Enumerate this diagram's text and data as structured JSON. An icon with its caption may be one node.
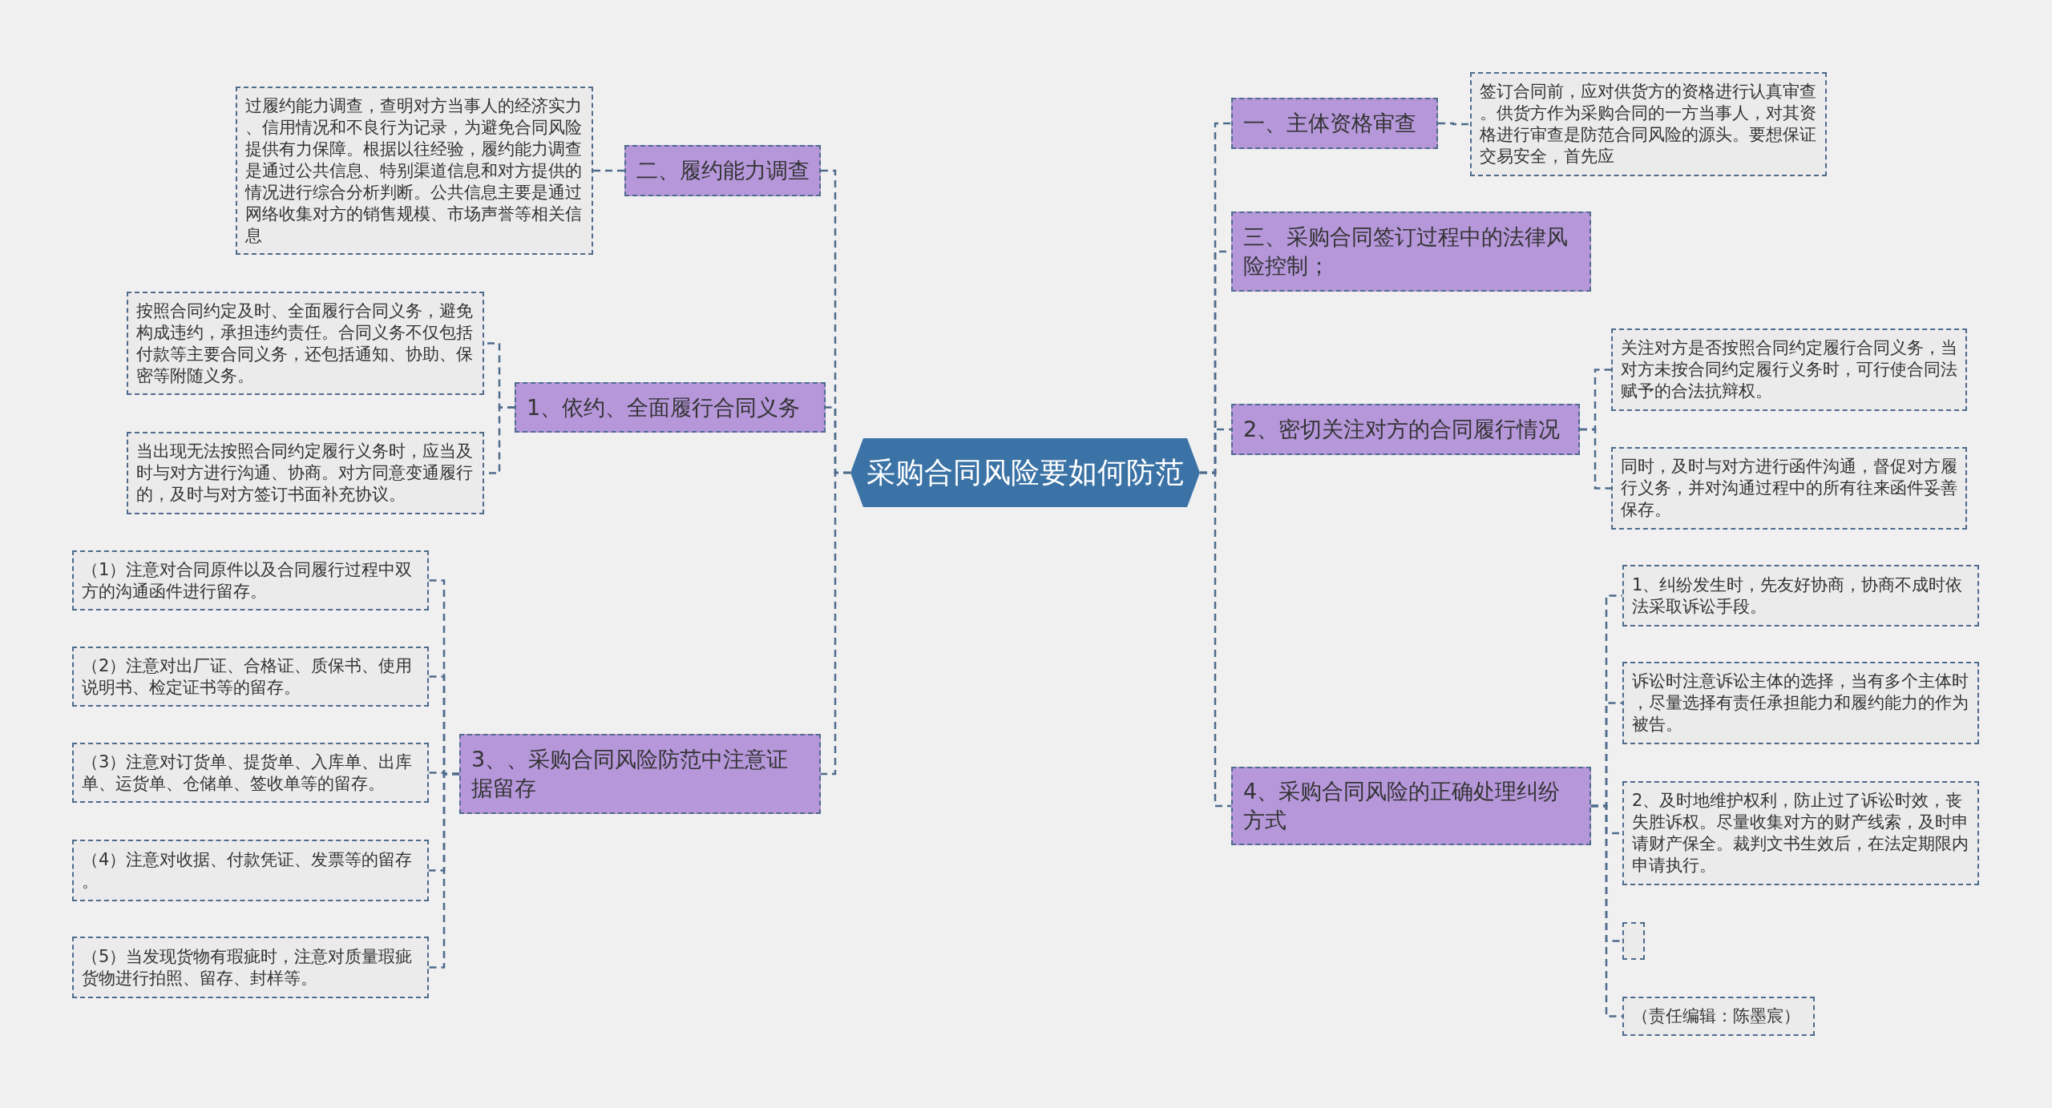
{
  "diagram": {
    "nodes": [
      {
        "text": [
          "采购合同风险要如何防范"
        ]
      },
      {
        "text": [
          "二、履约能力调查"
        ]
      },
      {
        "text": [
          "过履约能力调查，查明对方当事人的经济实力、信用情况和不良行为记录，为避免合同风险提供有力保障。根据以往经验，履约能力调查是通过公共信息、特别渠道信息和对方提供的情况进行综合分析判断。公共信息主要是通过网络收集对方的销售规模、市场声誉等相关信息"
        ]
      },
      {
        "text": [
          "1、依约、全面履行合同义务"
        ]
      },
      {
        "text": [
          "按照合同约定及时、全面履行合同义务，避免构成违约，承担违约责任。合同义务不仅包括付款等主要合同义务，还包括通知、协助、保密等附随义务。"
        ]
      },
      {
        "text": [
          "当出现无法按照合同约定履行义务时，应当及时与对方进行沟通、协商。对方同意变通履行的，及时与对方签订书面补充协议。"
        ]
      },
      {
        "text": [
          "3、、采购合同风险防范中注意证据留存"
        ]
      },
      {
        "text": [
          "（1）注意对合同原件以及合同履行过程中双方的沟通函件进行留存。"
        ]
      },
      {
        "text": [
          "（2）注意对出厂证、合格证、质保书、使用说明书、检定证书等的留存。"
        ]
      },
      {
        "text": [
          "（3）注意对订货单、提货单、入库单、出库单、运货单、仓储单、签收单等的留存。"
        ]
      },
      {
        "text": [
          "（4）注意对收据、付款凭证、发票等的留存。"
        ]
      },
      {
        "text": [
          "（5）当发现货物有瑕疵时，注意对质量瑕疵货物进行拍照、留存、封样等。"
        ]
      },
      {
        "text": [
          "一、主体资格审查"
        ]
      },
      {
        "text": [
          "签订合同前，应对供货方的资格进行认真审查。供货方作为采购合同的一方当事人，对其资格进行审查是防范合同风险的源头。要想保证交易安全，首先应"
        ]
      },
      {
        "text": [
          "三、采购合同签订过程中的法律风险控制；"
        ]
      },
      {
        "text": [
          "2、密切关注对方的合同履行情况"
        ]
      },
      {
        "text": [
          "关注对方是否按照合同约定履行合同义务，当对方未按合同约定履行义务时，可行使合同法赋予的合法抗辩权。"
        ]
      },
      {
        "text": [
          "同时，及时与对方进行函件沟通，督促对方履行义务，并对沟通过程中的所有往来函件妥善保存。"
        ]
      },
      {
        "text": [
          "4、采购合同风险的正确处理纠纷方式"
        ]
      },
      {
        "text": [
          "1、纠纷发生时，先友好协商，协商不成时依法采取诉讼手段。"
        ]
      },
      {
        "text": [
          "诉讼时注意诉讼主体的选择，当有多个主体时，尽量选择有责任承担能力和履约能力的作为被告。"
        ]
      },
      {
        "text": [
          "2、及时地维护权利，防止过了诉讼时效，丧失胜诉权。尽量收集对方的财产线索，及时申请财产保全。裁判文书生效后，在法定期限内申请执行。"
        ]
      },
      {
        "text": [],
        "shape": "box"
      },
      {
        "text": [
          "（责任编辑：陈墨宸）"
        ]
      }
    ],
    "edges": [
      {
        "from": 0,
        "to": 1,
        "arrow": "none",
        "style": "dashed"
      },
      {
        "from": 1,
        "to": 2,
        "arrow": "none",
        "style": "dashed"
      },
      {
        "from": 0,
        "to": 3,
        "arrow": "none",
        "style": "dashed"
      },
      {
        "from": 3,
        "to": 4,
        "arrow": "none",
        "style": "dashed"
      },
      {
        "from": 3,
        "to": 5,
        "arrow": "none",
        "style": "dashed"
      },
      {
        "from": 0,
        "to": 6,
        "arrow": "none",
        "style": "dashed"
      },
      {
        "from": 6,
        "to": 7,
        "arrow": "none",
        "style": "dashed"
      },
      {
        "from": 6,
        "to": 8,
        "arrow": "none",
        "style": "dashed"
      },
      {
        "from": 6,
        "to": 9,
        "arrow": "none",
        "style": "dashed"
      },
      {
        "from": 6,
        "to": 10,
        "arrow": "none",
        "style": "dashed"
      },
      {
        "from": 6,
        "to": 11,
        "arrow": "none",
        "style": "dashed"
      },
      {
        "from": 0,
        "to": 12,
        "arrow": "none",
        "style": "dashed"
      },
      {
        "from": 12,
        "to": 13,
        "arrow": "none",
        "style": "dashed"
      },
      {
        "from": 0,
        "to": 14,
        "arrow": "none",
        "style": "dashed"
      },
      {
        "from": 0,
        "to": 15,
        "arrow": "none",
        "style": "dashed"
      },
      {
        "from": 15,
        "to": 16,
        "arrow": "none",
        "style": "dashed"
      },
      {
        "from": 15,
        "to": 17,
        "arrow": "none",
        "style": "dashed"
      },
      {
        "from": 0,
        "to": 18,
        "arrow": "none",
        "style": "dashed"
      },
      {
        "from": 18,
        "to": 19,
        "arrow": "none",
        "style": "dashed"
      },
      {
        "from": 18,
        "to": 20,
        "arrow": "none",
        "style": "dashed"
      },
      {
        "from": 18,
        "to": 21,
        "arrow": "none",
        "style": "dashed"
      },
      {
        "from": 18,
        "to": 22,
        "arrow": "none",
        "style": "dashed"
      },
      {
        "from": 18,
        "to": 23,
        "arrow": "none",
        "style": "dashed"
      }
    ]
  }
}
